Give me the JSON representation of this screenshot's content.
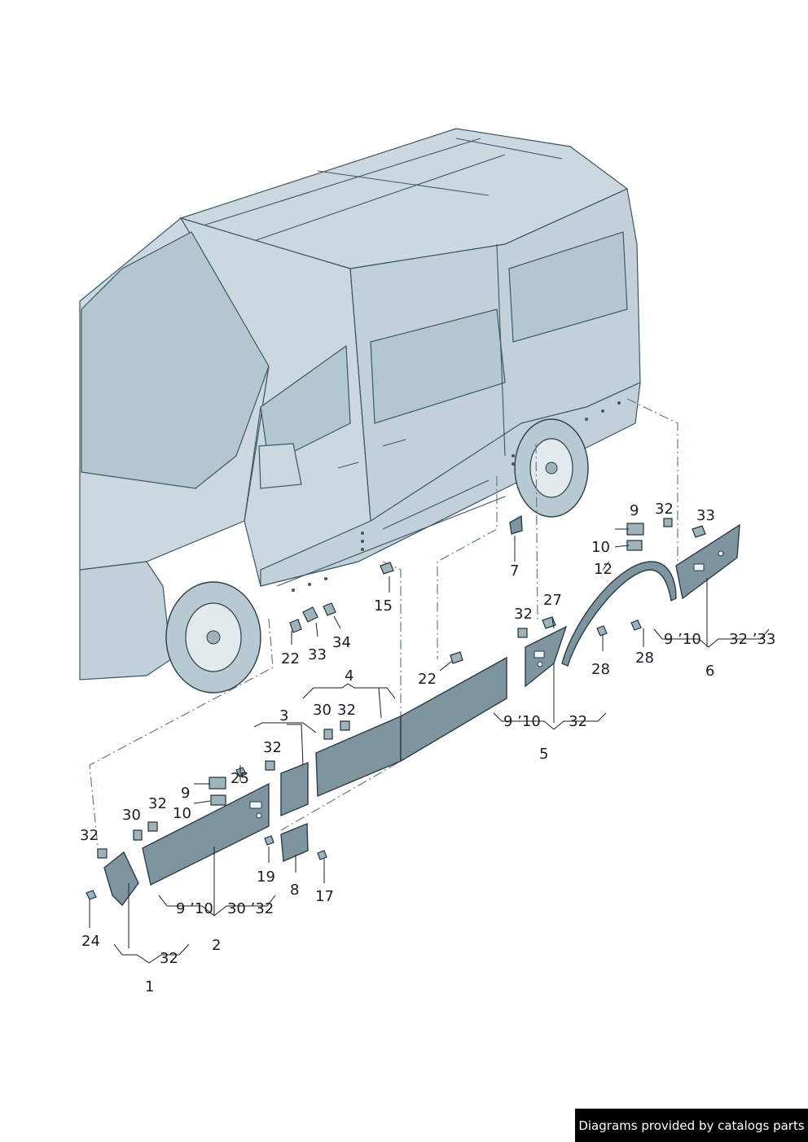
{
  "callouts": {
    "c1": "1",
    "c2": "2",
    "c3": "3",
    "c4": "4",
    "c5": "5",
    "c6": "6",
    "c7": "7",
    "c8": "8",
    "c12": "12",
    "c15": "15",
    "c17": "17",
    "c19": "19",
    "c24": "24",
    "c25": "25",
    "c27": "27",
    "c28": "28",
    "c9a": "9",
    "c10a": "10",
    "c9b": "9",
    "c10b": "10",
    "c22a": "22",
    "c33a": "33",
    "c34": "34",
    "c22b": "22",
    "c30a": "30",
    "c32a": "32",
    "c32b": "32",
    "c32c": "32",
    "c30b": "30",
    "c32d": "32",
    "c32e": "32",
    "c32f": "32",
    "c33b": "33"
  },
  "groups": {
    "g1": "32",
    "g2": "9 ’10   30 ’32",
    "g5": "9 ’10      32",
    "g6": "9 ’10      32 ’33"
  },
  "watermark": "Diagrams provided by catalogs parts",
  "colors": {
    "vehicle": "#cbd8df",
    "outline": "#3e5766",
    "part": "#7e959f",
    "leader_dash": "#5f7d8e"
  }
}
